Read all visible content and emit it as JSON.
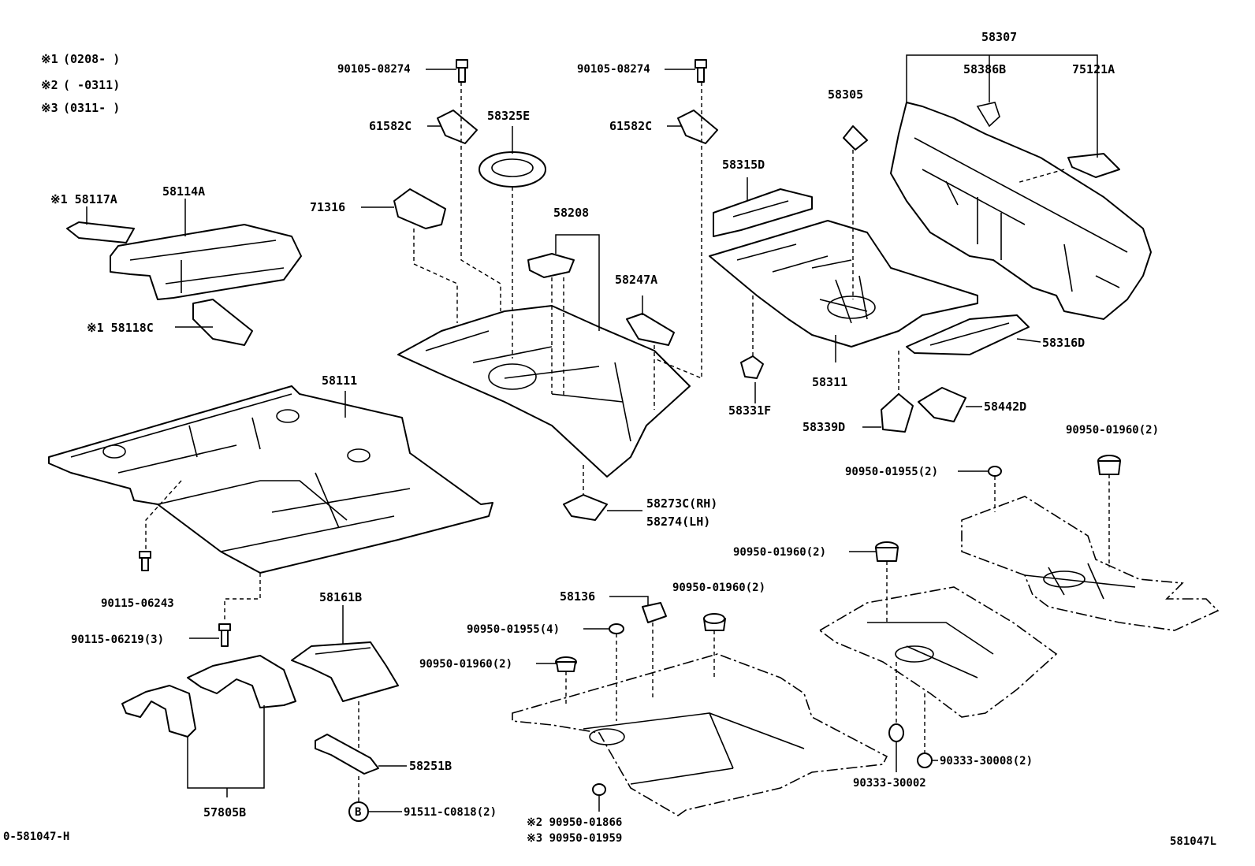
{
  "legend": {
    "rows": [
      {
        "mark": "※1",
        "range": "(0208-      )"
      },
      {
        "mark": "※2",
        "range": "(      -0311)"
      },
      {
        "mark": "※3",
        "range": "(0311-      )"
      }
    ]
  },
  "diagram_code_left": "0-581047-H",
  "diagram_code_right": "581047L",
  "callouts": {
    "p58307": "58307",
    "p58386B": "58386B",
    "p75121A": "75121A",
    "p58305": "58305",
    "p90105_a": "90105-08274",
    "p90105_b": "90105-08274",
    "p61582C_a": "61582C",
    "p61582C_b": "61582C",
    "p58325E": "58325E",
    "p58315D": "58315D",
    "p58117A": "※1 58117A",
    "p58114A": "58114A",
    "p71316": "71316",
    "p58208": "58208",
    "p58247A": "58247A",
    "p58118C": "※1 58118C",
    "p58311": "58311",
    "p58316D": "58316D",
    "p58111": "58111",
    "p58331F": "58331F",
    "p58339D": "58339D",
    "p58442D": "58442D",
    "p58273C": "58273C(RH)",
    "p58274": "58274(LH)",
    "p90950_01960_tr": "90950-01960(2)",
    "p90950_01955_r": "90950-01955(2)",
    "p90950_01960_mr": "90950-01960(2)",
    "p90115_06243": "90115-06243",
    "p58161B": "58161B",
    "p58136": "58136",
    "p90950_01960_m": "90950-01960(2)",
    "p90115_06219": "90115-06219(3)",
    "p90950_01955_m": "90950-01955(4)",
    "p90950_01960_l": "90950-01960(2)",
    "p58251B": "58251B",
    "p57805B": "57805B",
    "p91511": "91511-C0818(2)",
    "circle_b": "B",
    "p90950_01866": "※2 90950-01866",
    "p90950_01959": "※3 90950-01959",
    "p90333_30002": "90333-30002",
    "p90333_30008": "90333-30008(2)"
  }
}
